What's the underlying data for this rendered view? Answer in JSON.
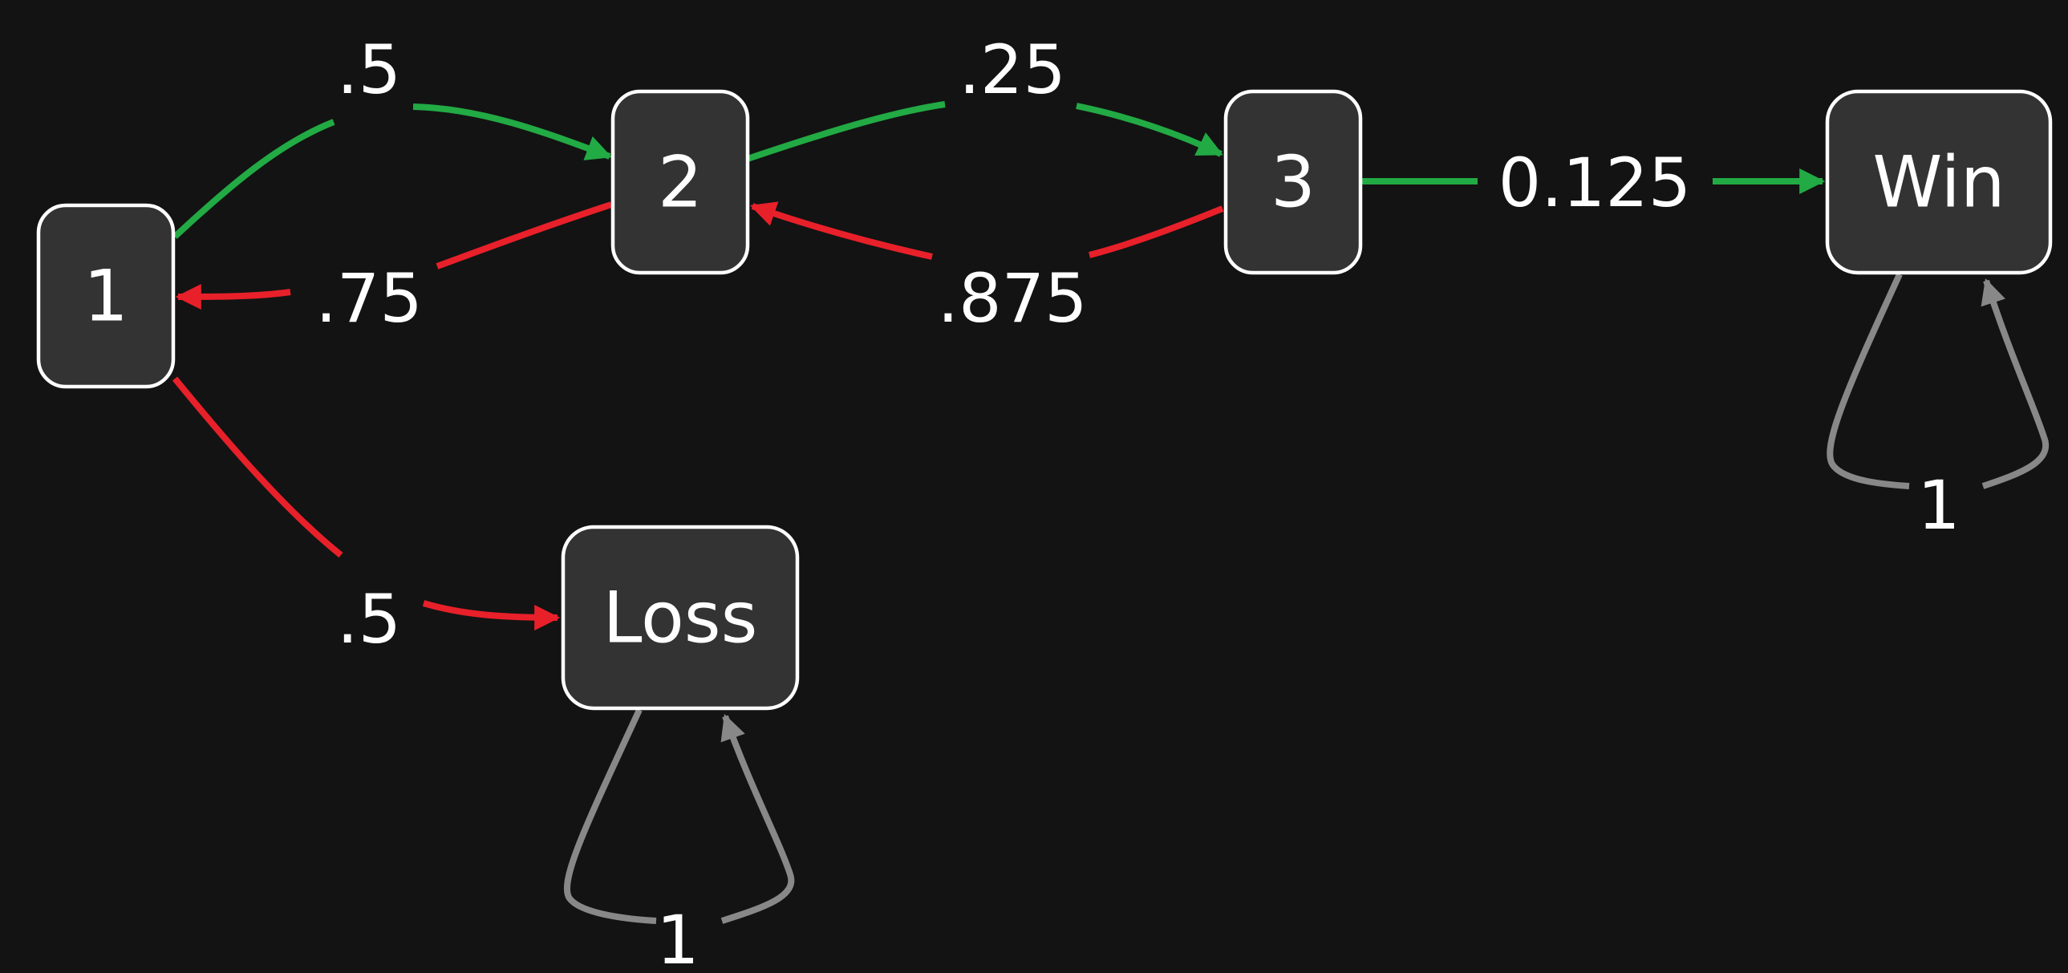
{
  "colors": {
    "background": "#131313",
    "node_fill": "#333333",
    "node_stroke": "#ffffff",
    "green": "#22aa44",
    "red": "#e8202a",
    "gray": "#888888",
    "text": "#ffffff"
  },
  "nodes": [
    {
      "id": "n1",
      "label": "1"
    },
    {
      "id": "n2",
      "label": "2"
    },
    {
      "id": "n3",
      "label": "3"
    },
    {
      "id": "win",
      "label": "Win"
    },
    {
      "id": "loss",
      "label": "Loss"
    }
  ],
  "edges": [
    {
      "id": "e-1-2",
      "from": "1",
      "to": "2",
      "label": ".5",
      "color": "green"
    },
    {
      "id": "e-2-3",
      "from": "2",
      "to": "3",
      "label": ".25",
      "color": "green"
    },
    {
      "id": "e-3-win",
      "from": "3",
      "to": "Win",
      "label": "0.125",
      "color": "green"
    },
    {
      "id": "e-2-1",
      "from": "2",
      "to": "1",
      "label": ".75",
      "color": "red"
    },
    {
      "id": "e-3-2",
      "from": "3",
      "to": "2",
      "label": ".875",
      "color": "red"
    },
    {
      "id": "e-1-loss",
      "from": "1",
      "to": "Loss",
      "label": ".5",
      "color": "red"
    },
    {
      "id": "e-win-win",
      "from": "Win",
      "to": "Win",
      "label": "1",
      "color": "gray"
    },
    {
      "id": "e-loss-loss",
      "from": "Loss",
      "to": "Loss",
      "label": "1",
      "color": "gray"
    }
  ]
}
